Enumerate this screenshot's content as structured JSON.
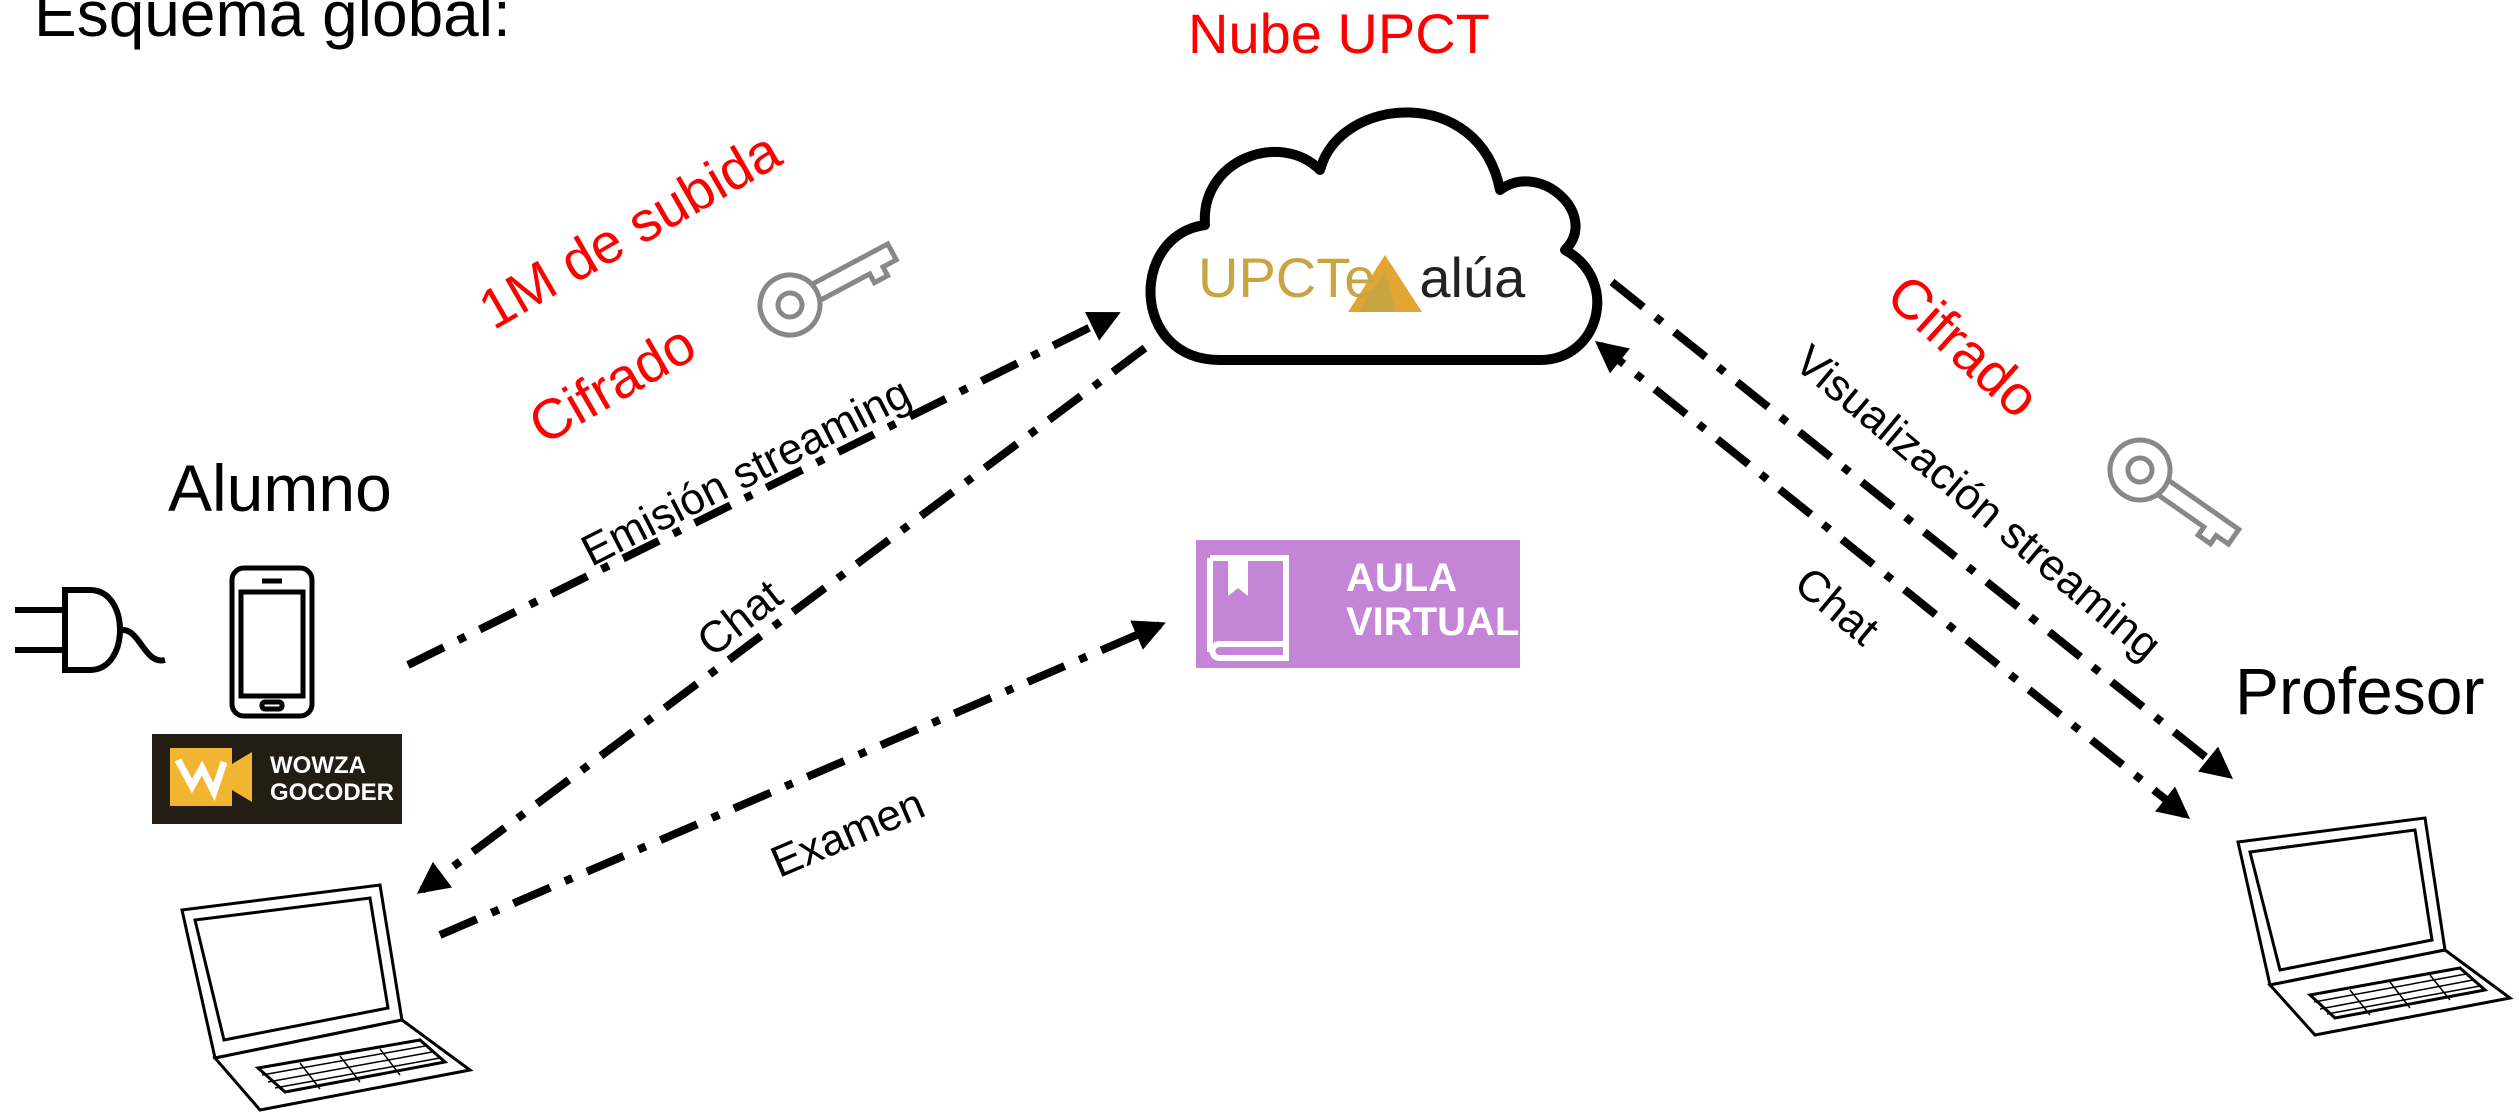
{
  "title": "Esquema global:",
  "cloud": {
    "label": "Nube UPCT",
    "brand_left": "UPCTe",
    "brand_right": "alúa"
  },
  "left": {
    "role": "Alumno",
    "upload_note": "1M de subida",
    "cipher_note": "Cifrado"
  },
  "right": {
    "role": "Profesor",
    "cipher_note": "Cifrado"
  },
  "arrows": {
    "emission": "Emisión streaming",
    "chat_left": "Chat",
    "exam": "Examen",
    "visualization": "Visualización streaming",
    "chat_right": "Chat"
  },
  "aula_virtual": {
    "line1": "AULA",
    "line2": "VIRTUAL",
    "color": "#c485d6"
  },
  "wowza": {
    "line1": "WOWZA",
    "line2": "GOCODER"
  },
  "colors": {
    "accent_red": "#ff0000",
    "brand_gold": "#c9a541"
  },
  "icons": [
    "key-icon",
    "plug-icon",
    "smartphone-icon",
    "laptop-icon",
    "cloud-icon",
    "book-icon"
  ]
}
